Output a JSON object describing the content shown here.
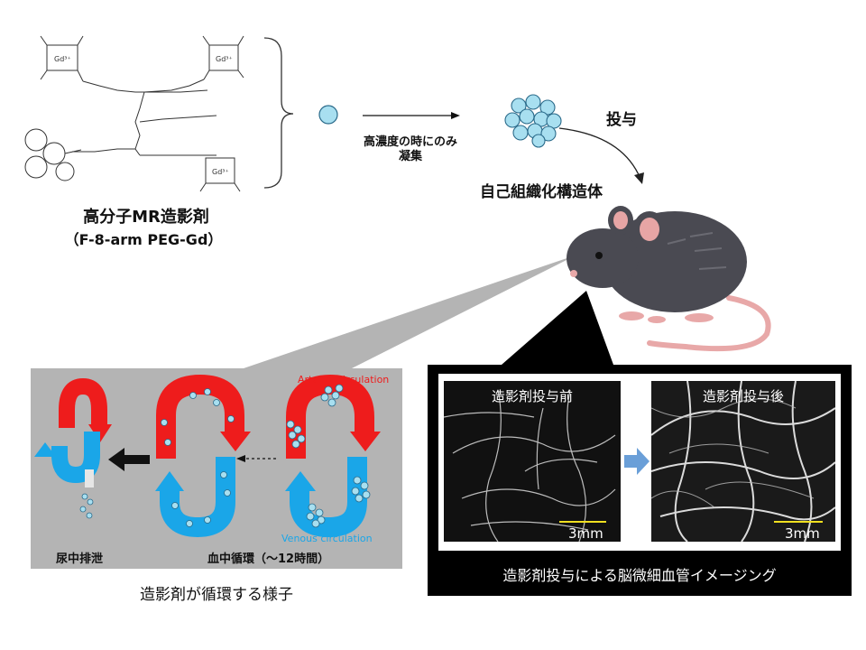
{
  "contrast_agent": {
    "name": "高分子MR造影剤",
    "formula": "（F-8-arm PEG-Gd）"
  },
  "process": {
    "aggregation_note_line1": "高濃度の時にのみ",
    "aggregation_note_line2": "凝集",
    "self_assembly_label": "自己組織化構造体",
    "administration_label": "投与"
  },
  "circulation_panel": {
    "arterial_label": "Arterial circulation",
    "venous_label": "Venous circulation",
    "excretion_label": "尿中排泄",
    "blood_circulation_label": "血中循環（～12時間）",
    "caption": "造影剤が循環する様子",
    "colors": {
      "arterial": "#ee1c1c",
      "venous": "#1aa6e8",
      "panel_bg": "#b4b4b4",
      "particle": "#a8dff0"
    }
  },
  "imaging_panel": {
    "before_label": "造影剤投与前",
    "after_label": "造影剤投与後",
    "scale_before": "3mm",
    "scale_after": "3mm",
    "caption": "造影剤投与による脳微細血管イメージング",
    "colors": {
      "frame_bg": "#000000",
      "scale_bar": "#f0e020",
      "arrow": "#6a9fd8"
    }
  },
  "mouse": {
    "icon": "mouse-illustration"
  }
}
